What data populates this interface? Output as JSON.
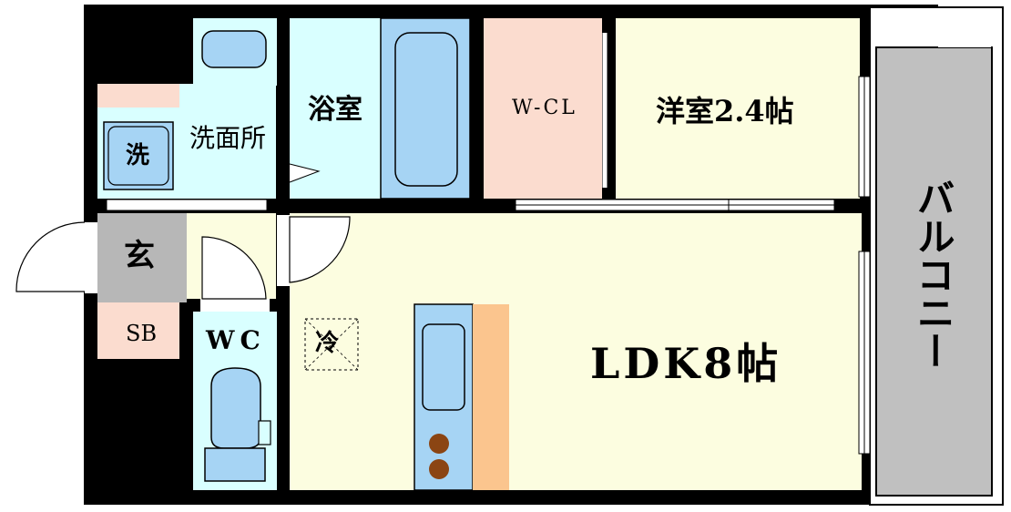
{
  "rooms": {
    "washroom": "洗面所",
    "washer": "洗",
    "bathroom": "浴室",
    "walk_in_closet": "W-CL",
    "western_room": "洋室2.4帖",
    "entrance": "玄",
    "shoe_box": "SB",
    "toilet": "WC",
    "fridge": "冷",
    "ldk": "LDK8帖",
    "balcony": "バルコニー"
  },
  "colors": {
    "wall": "#000000",
    "wet_area": "#d9ffff",
    "closet": "#fbdccf",
    "living": "#fcfde0",
    "entrance": "#b7b7b7",
    "balcony": "#c0c0c0",
    "fixture": "#a6d4f4",
    "counter": "#fbc58e",
    "burner": "#8b4513"
  }
}
